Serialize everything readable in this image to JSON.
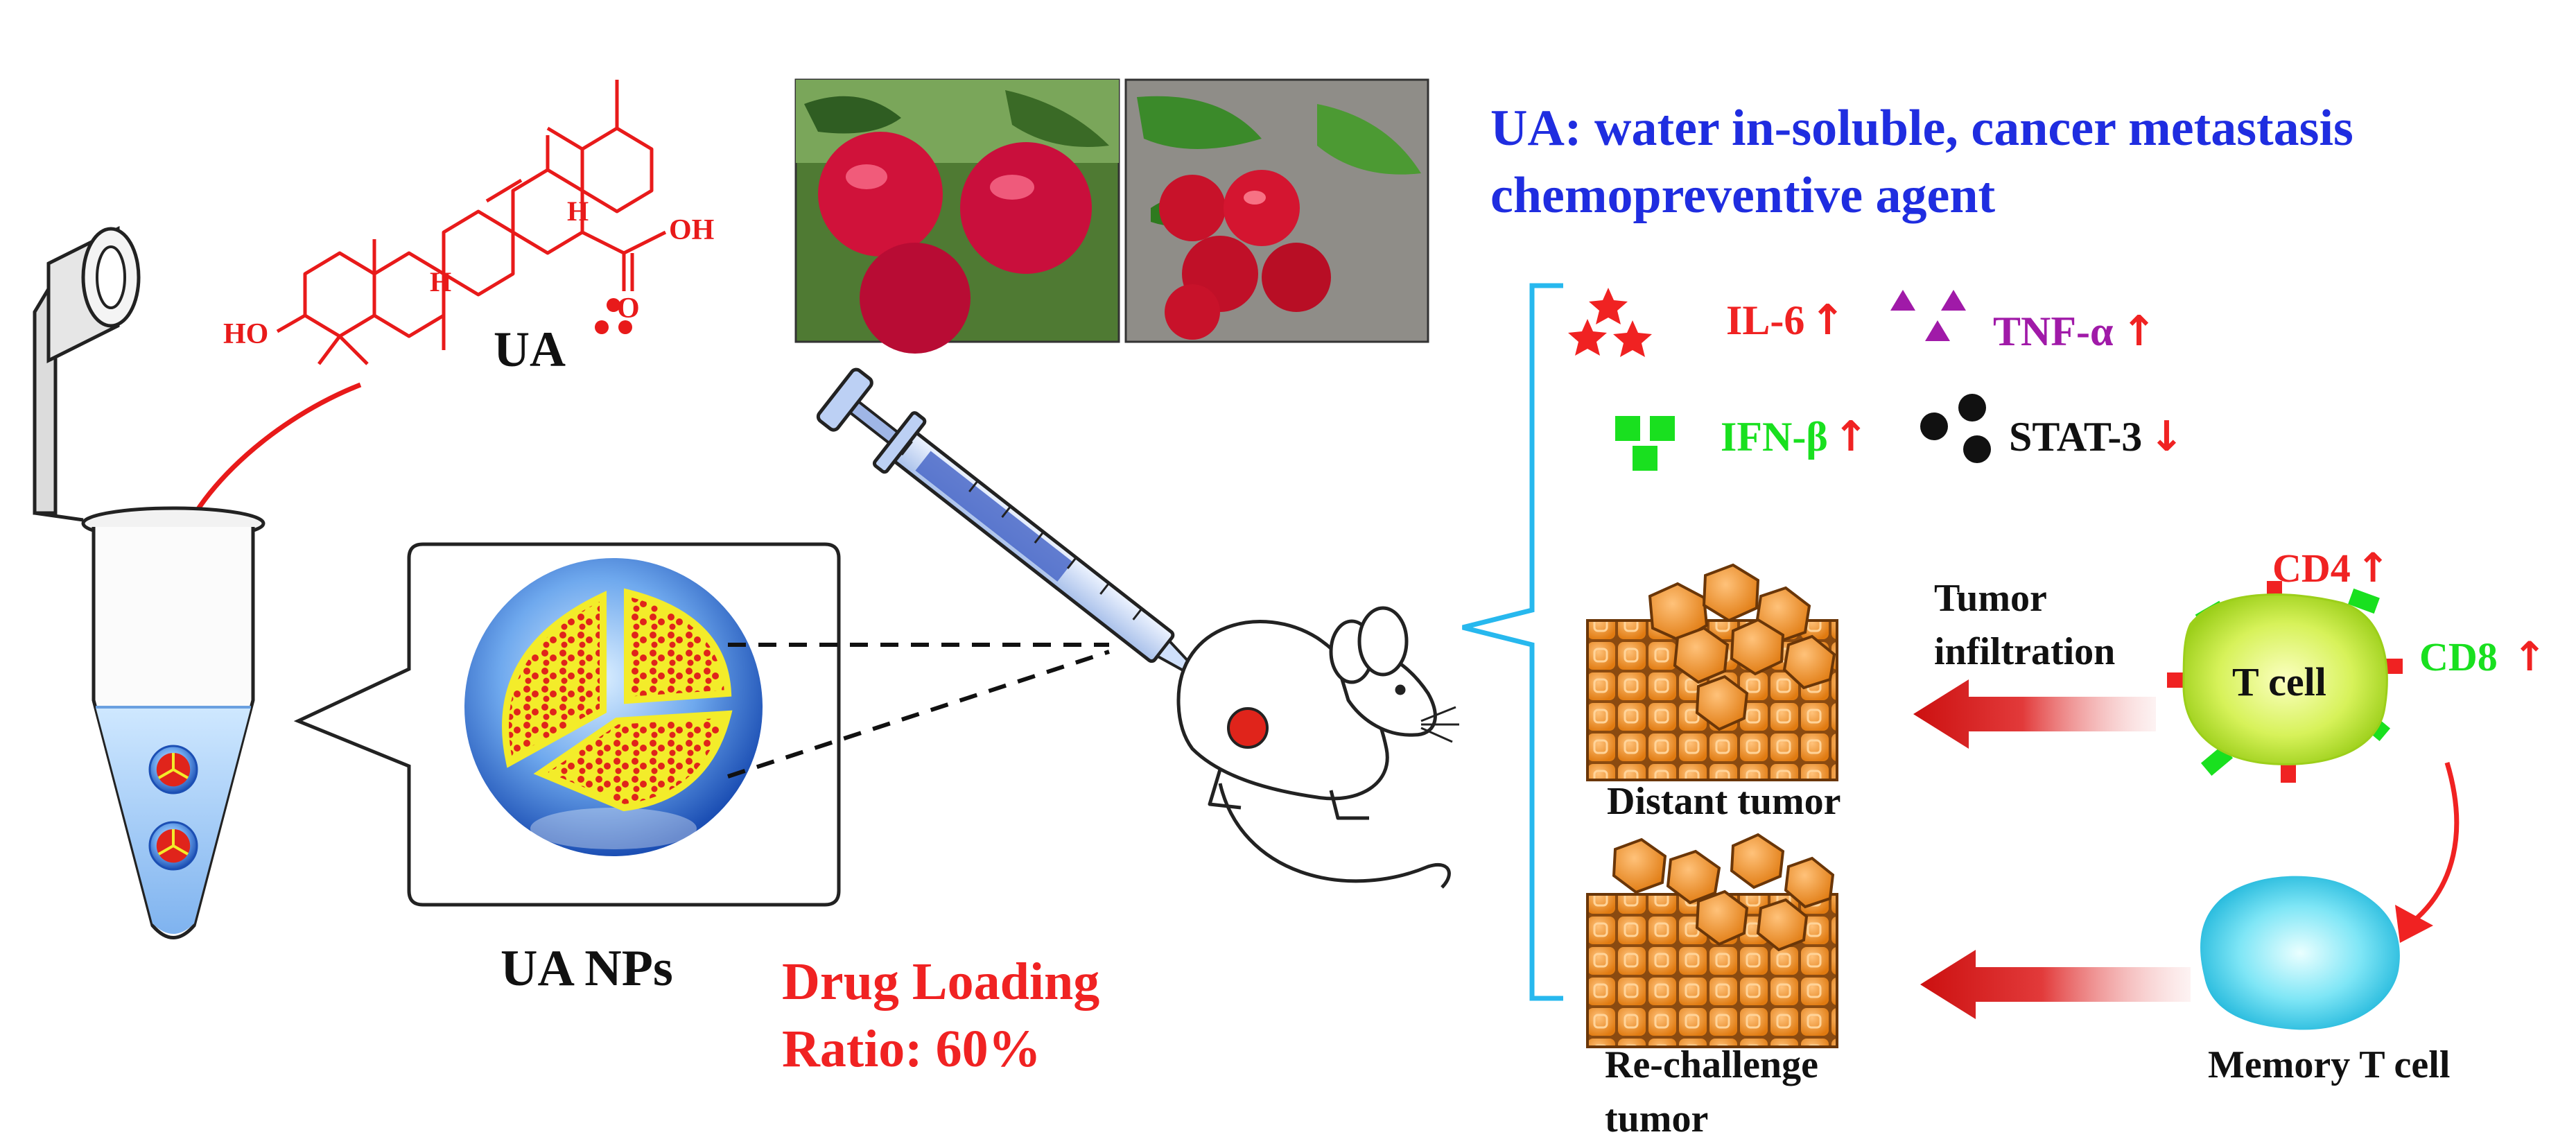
{
  "structure": {
    "label": "UA",
    "ho": "HO",
    "oh": "OH",
    "o": "O",
    "h1": "H",
    "h2": "H"
  },
  "title": {
    "prefix": "UA",
    "line1_rest": ": water in-soluble, cancer metastasis",
    "line2": "chemopreventive agent",
    "color": "#1f2de0"
  },
  "nanoparticles": {
    "label": "UA NPs"
  },
  "drug_loading": {
    "line1": "Drug Loading",
    "line2": "Ratio: 60%",
    "color": "#f02222"
  },
  "cytokines": [
    {
      "name": "IL-6",
      "trend": "up",
      "color": "#f02222",
      "marker": "star"
    },
    {
      "name": "TNF-α",
      "trend": "up",
      "color": "#a01aa8",
      "marker": "triangle"
    },
    {
      "name": "IFN-β",
      "trend": "up",
      "color": "#19e01f",
      "marker": "square"
    },
    {
      "name": "STAT-3",
      "trend": "down",
      "color": "#111111",
      "marker": "circle"
    }
  ],
  "tcell": {
    "label": "T cell",
    "cd4": "CD4",
    "cd8": "CD8",
    "cd4_color": "#f02222",
    "cd8_color": "#19e01f"
  },
  "labels": {
    "tumor_infiltration_1": "Tumor",
    "tumor_infiltration_2": "infiltration",
    "distant_tumor": "Distant tumor",
    "rechallenge_1": "Re-challenge",
    "rechallenge_2": "tumor",
    "memory_t_cell": "Memory T cell"
  },
  "arrow_glyphs": {
    "up": "↑",
    "down": "↓"
  }
}
